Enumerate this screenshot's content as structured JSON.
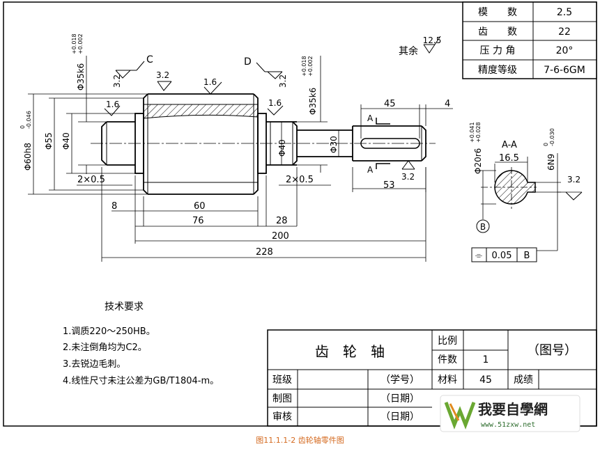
{
  "caption": "图11.1.1-2 齿轮轴零件图",
  "param_table": [
    {
      "label": "模　　数",
      "value": "2.5"
    },
    {
      "label": "齿　　数",
      "value": "22"
    },
    {
      "label": "压 力 角",
      "value": "20°"
    },
    {
      "label": "精度等级",
      "value": "7-6-6GM"
    }
  ],
  "surface_other": {
    "text": "其余",
    "value": "12.5"
  },
  "roughness": {
    "r32": "3.2",
    "r16": "1.6"
  },
  "diameters": {
    "d60": "Φ60h8",
    "d60_tol_up": "0",
    "d60_tol_lo": "-0.046",
    "d55": "Φ55",
    "d40": "Φ40",
    "d30": "Φ30",
    "d35": "Φ35k6",
    "d35_tol_up": "+0.018",
    "d35_tol_lo": "+0.002",
    "d20": "Φ20r6",
    "d20_tol_up": "+0.041",
    "d20_tol_lo": "+0.028"
  },
  "chamfer": "2×0.5",
  "section_labels": {
    "C": "C",
    "D": "D",
    "A": "A",
    "AA": "A-A",
    "B": "B"
  },
  "lengths": {
    "l45": "45",
    "l4": "4",
    "l53": "53",
    "l8": "8",
    "l60": "60",
    "l76": "76",
    "l28": "28",
    "l200": "200",
    "l228": "228",
    "l16_5": "16.5"
  },
  "keyway": {
    "width": "6N9",
    "tol_up": "0",
    "tol_lo": "-0.030"
  },
  "tolerance_frame": {
    "symbol": "⌯",
    "value": "0.05",
    "datum": "B"
  },
  "tech_requirements": {
    "title": "技术要求",
    "items": [
      "1.调质220～250HB。",
      "2.未注倒角均为C2。",
      "3.去锐边毛刺。",
      "4.线性尺寸未注公差为GB/T1804-m。"
    ]
  },
  "title_block": {
    "part_name": "齿　轮　轴",
    "scale_label": "比例",
    "qty_label": "件数",
    "qty_value": "1",
    "material_label": "材料",
    "material_value": "45",
    "drawing_no": "（图号）",
    "class_label": "班级",
    "student_no": "（学号）",
    "grade_label": "成绩",
    "drawn_label": "制图",
    "date1": "（日期）",
    "checked_label": "审核",
    "date2": "（日期）"
  },
  "watermark": {
    "brand": "我要自學網",
    "url": "www.51zxw.net"
  }
}
